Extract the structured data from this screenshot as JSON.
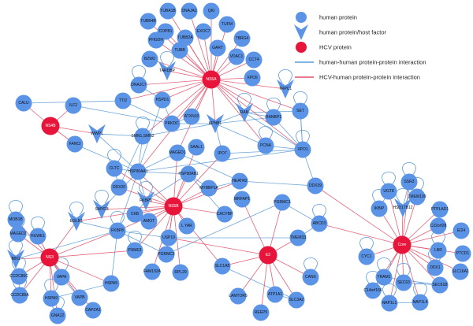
{
  "colors": {
    "human": "#5b93e6",
    "hcv": "#e8153a",
    "hh_edge": "#5b9bd5",
    "hcv_edge": "#e0506a"
  },
  "legend": [
    {
      "shape": "circle",
      "color": "#5b93e6",
      "label": "human protein"
    },
    {
      "shape": "arrow",
      "color": "#5b93e6",
      "label": "human protein/host factor"
    },
    {
      "shape": "circle",
      "color": "#e8153a",
      "label": "HCV protein"
    },
    {
      "shape": "line",
      "color": "#5b9bd5",
      "label": "human-human protein-protein interaction"
    },
    {
      "shape": "line",
      "color": "#e0506a",
      "label": "HCV-human protein-protein interaction"
    }
  ],
  "hcv_nodes": [
    {
      "id": "NS5A",
      "label": "NS5A"
    },
    {
      "id": "NS4B",
      "label": "NS4B"
    },
    {
      "id": "NS5B",
      "label": "NS5B"
    },
    {
      "id": "NS3",
      "label": "NS3"
    },
    {
      "id": "E2",
      "label": "E2"
    },
    {
      "id": "Core",
      "label": "Core"
    }
  ],
  "human_nodes": [
    {
      "id": "TUBA1B",
      "label": "TUBA1B"
    },
    {
      "id": "DNAJA1",
      "label": "DNAJA1"
    },
    {
      "id": "QKI",
      "label": "QKI"
    },
    {
      "id": "TUBB4B",
      "label": "TUBB4B"
    },
    {
      "id": "COPB1",
      "label": "COPB1"
    },
    {
      "id": "EXOC7",
      "label": "EXOC7"
    },
    {
      "id": "TUFM",
      "label": "TUFM"
    },
    {
      "id": "PHGDH",
      "label": "PHGDH"
    },
    {
      "id": "TUBB2A",
      "label": "TUBB2A"
    },
    {
      "id": "TBRG4",
      "label": "TBRG4"
    },
    {
      "id": "TUBB",
      "label": "TUBB"
    },
    {
      "id": "GART",
      "label": "GART"
    },
    {
      "id": "BZW2",
      "label": "BZW2"
    },
    {
      "id": "VDAC1",
      "label": "VDAC1"
    },
    {
      "id": "CCT4",
      "label": "CCT4"
    },
    {
      "id": "TARDBP",
      "label": "TARDBP",
      "factor": true
    },
    {
      "id": "XPO5",
      "label": "XPO5"
    },
    {
      "id": "DNAJC7",
      "label": "DNAJC7"
    },
    {
      "id": "TRPC1",
      "label": "TRPC1",
      "factor": true
    },
    {
      "id": "CALU",
      "label": "CALU"
    },
    {
      "id": "ILF2",
      "label": "ILF2"
    },
    {
      "id": "TTI2",
      "label": "TTI2"
    },
    {
      "id": "HSPD1",
      "label": "HSPD1"
    },
    {
      "id": "RAN",
      "label": "RAN",
      "factor": true
    },
    {
      "id": "SET",
      "label": "SET"
    },
    {
      "id": "PRKDC",
      "label": "PRKDC"
    },
    {
      "id": "ATXN10",
      "label": "ATXN10"
    },
    {
      "id": "KPNB1",
      "label": "KPNB1",
      "factor": true
    },
    {
      "id": "RANBP1",
      "label": "RANBP1"
    },
    {
      "id": "WWP1",
      "label": "WWP1",
      "factor": true
    },
    {
      "id": "FANCI",
      "label": "FANCI"
    },
    {
      "id": "SMN1SMN2",
      "label": "SMN1,SMN2"
    },
    {
      "id": "PCNA",
      "label": "PCNA"
    },
    {
      "id": "XPO1",
      "label": "XPO1"
    },
    {
      "id": "MAGED1",
      "label": "MAGED1"
    },
    {
      "id": "SAAL1",
      "label": "SAAL1"
    },
    {
      "id": "CLTC",
      "label": "CLTC"
    },
    {
      "id": "HSP90AA1",
      "label": "HSP90AA1"
    },
    {
      "id": "IPO7",
      "label": "IPO7"
    },
    {
      "id": "HSP90AB1",
      "label": "HSP90AB1"
    },
    {
      "id": "HEATR2",
      "label": "HEATR2"
    },
    {
      "id": "DDX20",
      "label": "DDX20"
    },
    {
      "id": "MYBBP1A",
      "label": "MYBBP1A"
    },
    {
      "id": "DDX39",
      "label": "DDX39"
    },
    {
      "id": "FKBP5",
      "label": "FKBP5",
      "factor": true
    },
    {
      "id": "MRFAP1",
      "label": "MRFAP1"
    },
    {
      "id": "SMYD3",
      "label": "SMYD3",
      "factor": true
    },
    {
      "id": "PGRMC1",
      "label": "PGRMC1"
    },
    {
      "id": "EGLN1",
      "label": "EGLN1",
      "factor": true
    },
    {
      "id": "CKB",
      "label": "CKB"
    },
    {
      "id": "CACYBP",
      "label": "CACYBP"
    },
    {
      "id": "ABCD3",
      "label": "ABCD3"
    },
    {
      "id": "MOB1B",
      "label": "MOB1B"
    },
    {
      "id": "FKBP8",
      "label": "FKBP8"
    },
    {
      "id": "AMOT",
      "label": "AMOT"
    },
    {
      "id": "LYAR",
      "label": "L YAR"
    },
    {
      "id": "MAGED2",
      "label": "MAGED2"
    },
    {
      "id": "USP19",
      "label": "USP19"
    },
    {
      "id": "TMEM33",
      "label": "TMEM33"
    },
    {
      "id": "HUWE1",
      "label": "HUWE1"
    },
    {
      "id": "BIN1",
      "label": "BIN1",
      "factor": true
    },
    {
      "id": "PSME3",
      "label": "PSME3"
    },
    {
      "id": "PGRMC2",
      "label": "PGRMC2"
    },
    {
      "id": "SLC1A5",
      "label": "SLC1A5"
    },
    {
      "id": "CCDC86C",
      "label": "CCDC86C"
    },
    {
      "id": "VAPA",
      "label": "VAPA"
    },
    {
      "id": "FAM192A",
      "label": "FAM192A"
    },
    {
      "id": "RPL29",
      "label": "RPL29"
    },
    {
      "id": "CANX",
      "label": "CANX"
    },
    {
      "id": "CCDC86A",
      "label": "CCDC86A"
    },
    {
      "id": "HSPA9",
      "label": "HSPA9"
    },
    {
      "id": "VAPB",
      "label": "VAPB"
    },
    {
      "id": "HSPA5",
      "label": "HSPA5"
    },
    {
      "id": "LAMTOR5",
      "label": "LAMTOR5"
    },
    {
      "id": "ATP1A1",
      "label": "ATP1A1"
    },
    {
      "id": "SLC3A2",
      "label": "SLC3A2"
    },
    {
      "id": "GNA12",
      "label": "GNA12"
    },
    {
      "id": "CAPZA1",
      "label": "CAPZA1"
    },
    {
      "id": "REEP5",
      "label": "REEP5"
    },
    {
      "id": "SSR3",
      "label": "SSR3"
    },
    {
      "id": "UGT8",
      "label": "UGT8"
    },
    {
      "id": "TMEM109",
      "label": "TMEM109"
    },
    {
      "id": "IKBIP",
      "label": "IKBIP"
    },
    {
      "id": "HSD17B12",
      "label": "HSD17B12",
      "factor": true
    },
    {
      "id": "PTPLAD1",
      "label": "PTPLAD1"
    },
    {
      "id": "C22orf28",
      "label": "C22orf28"
    },
    {
      "id": "EI24",
      "label": "EI24"
    },
    {
      "id": "CYC1",
      "label": "CYC1"
    },
    {
      "id": "LBR",
      "label": "LBR"
    },
    {
      "id": "PTCD1",
      "label": "PTCD1"
    },
    {
      "id": "DDX1",
      "label": "DDX1"
    },
    {
      "id": "SLC16A1",
      "label": "SLC16A1"
    },
    {
      "id": "TRAM1",
      "label": "TRAM1"
    },
    {
      "id": "C14orf166",
      "label": "C14orf166"
    },
    {
      "id": "SEC63",
      "label": "SEC63"
    },
    {
      "id": "SEC61B",
      "label": "SEC61B"
    },
    {
      "id": "NAP1L1",
      "label": "NAP1L1"
    },
    {
      "id": "NAP1L4",
      "label": "NAP1L4"
    }
  ],
  "hcv_edges": {
    "NS5A": [
      "TUBA1B",
      "DNAJA1",
      "QKI",
      "TUBB4B",
      "COPB1",
      "EXOC7",
      "TUFM",
      "PHGDH",
      "TUBB2A",
      "TBRG4",
      "TUBB",
      "GART",
      "BZW2",
      "VDAC1",
      "CCT4",
      "TARDBP",
      "XPO5",
      "DNAJC7",
      "TRPC1",
      "TTI2",
      "HSPD1",
      "RAN",
      "SET",
      "PRKDC",
      "ATXN10",
      "KPNB1",
      "RANBP1",
      "SMN1SMN2",
      "PCNA",
      "XPO1",
      "MAGED1",
      "HSP90AA1"
    ],
    "NS4B": [
      "CALU",
      "ILF2",
      "FANCI",
      "WWP1"
    ],
    "NS5B": [
      "HSP90AA1",
      "HSP90AB1",
      "SAAL1",
      "IPO7",
      "MAGED1",
      "CLTC",
      "DDX20",
      "SMYD3",
      "FKBP5",
      "CKB",
      "AMOT",
      "FKBP8",
      "LYAR",
      "USP19",
      "PGRMC2",
      "PSME3",
      "FAM192A",
      "RPL29",
      "MYBBP1A",
      "CACYBP",
      "HEATR2",
      "EGLN1",
      "SLC1A5"
    ],
    "NS3": [
      "MOB1B",
      "MAGED2",
      "HUWE1",
      "BIN1",
      "CCDC86C",
      "CCDC86A",
      "VAPA",
      "HSPA9",
      "GNA12",
      "VAPB",
      "CAPZA1",
      "HSPA5",
      "EGLN1",
      "PSME3",
      "FKBP8"
    ],
    "E2": [
      "MRFAP1",
      "PGRMC1",
      "TMEM33",
      "SLC1A5",
      "CANX",
      "LAMTOR5",
      "ATP1A1",
      "SLC3A2",
      "REEP5",
      "USP19"
    ],
    "Core": [
      "DDX39",
      "ABCD3",
      "SSR3",
      "UGT8",
      "TMEM109",
      "IKBIP",
      "HSD17B12",
      "PTPLAD1",
      "C22orf28",
      "EI24",
      "CYC1",
      "LBR",
      "PTCD1",
      "DDX1",
      "SLC16A1",
      "TRAM1",
      "C14orf166",
      "SEC63",
      "SEC61B",
      "NAP1L1",
      "NAP1L4"
    ]
  },
  "human_edges": [
    [
      "HSPD1",
      "PRKDC"
    ],
    [
      "TTI2",
      "PRKDC"
    ],
    [
      "PRKDC",
      "KPNB1"
    ],
    [
      "KPNB1",
      "RAN"
    ],
    [
      "RAN",
      "RANBP1"
    ],
    [
      "RAN",
      "XPO1"
    ],
    [
      "RAN",
      "SET"
    ],
    [
      "XPO1",
      "SET"
    ],
    [
      "XPO1",
      "PCNA"
    ],
    [
      "KPNB1",
      "PCNA"
    ],
    [
      "XPO1",
      "RANBP1"
    ],
    [
      "XPO1",
      "DDX39"
    ],
    [
      "HSP90AA1",
      "HSP90AB1"
    ],
    [
      "HSP90AA1",
      "CLTC"
    ],
    [
      "HSP90AA1",
      "FKBP5"
    ],
    [
      "HSP90AA1",
      "FKBP8"
    ],
    [
      "HSP90AB1",
      "FKBP5"
    ],
    [
      "HSP90AB1",
      "CACYBP"
    ],
    [
      "HSP90AA1",
      "SMN1SMN2"
    ],
    [
      "SMN1SMN2",
      "DDX20"
    ],
    [
      "SMN1SMN2",
      "WWP1"
    ],
    [
      "ILF2",
      "PRKDC"
    ],
    [
      "FANCI",
      "HSP90AA1"
    ],
    [
      "CALU",
      "TTI2"
    ],
    [
      "WWP1",
      "HSP90AA1"
    ],
    [
      "MAGED1",
      "HSP90AA1"
    ],
    [
      "IPO7",
      "KPNB1"
    ],
    [
      "HEATR2",
      "MAGED1"
    ],
    [
      "EGLN1",
      "FKBP8"
    ],
    [
      "SMYD3",
      "HSP90AA1"
    ],
    [
      "CLTC",
      "DDX20"
    ],
    [
      "FKBP8",
      "HSPA5"
    ],
    [
      "VAPA",
      "VAPB"
    ],
    [
      "HSPA9",
      "HSPA5"
    ],
    [
      "HUWE1",
      "MAGED2"
    ],
    [
      "PGRMC1",
      "PGRMC2"
    ],
    [
      "ABCD3",
      "PGRMC1"
    ],
    [
      "USP19",
      "TMEM33"
    ],
    [
      "SLC1A5",
      "SLC3A2"
    ],
    [
      "ATP1A1",
      "SLC3A2"
    ],
    [
      "SEC63",
      "SEC61B"
    ],
    [
      "TRAM1",
      "SEC61B"
    ],
    [
      "NAP1L1",
      "NAP1L4"
    ],
    [
      "SSR3",
      "HSD17B12"
    ],
    [
      "LBR",
      "DDX1"
    ],
    [
      "FKBP8",
      "BIN1"
    ],
    [
      "HSP90AA1",
      "XPO1"
    ],
    [
      "MYBBP1A",
      "HEATR2"
    ],
    [
      "CCDC86C",
      "CCDC86A"
    ],
    [
      "HSP90AB1",
      "MYBBP1A"
    ],
    [
      "PGRMC2",
      "FKBP8"
    ],
    [
      "IPO7",
      "XPO1"
    ],
    [
      "ATXN10",
      "PRKDC"
    ],
    [
      "DNAJC7",
      "HSPD1"
    ],
    [
      "DDX39",
      "HEATR2"
    ],
    [
      "SET",
      "XPO1"
    ],
    [
      "TMEM33",
      "ABCD3"
    ],
    [
      "HSP90AA1",
      "HSPD1"
    ],
    [
      "RANBP1",
      "KPNB1"
    ],
    [
      "SMN1SMN2",
      "KPNB1"
    ],
    [
      "FKBP8",
      "USP19"
    ],
    [
      "CKB",
      "FKBP5"
    ]
  ],
  "self_loops": [
    "TARDBP",
    "DNAJC7",
    "TRPC1",
    "SMN1SMN2",
    "RAN",
    "SET",
    "XPO1",
    "PCNA",
    "CLTC",
    "EGLN1",
    "MOB1B",
    "BIN1",
    "VAPA",
    "HSPA9",
    "CCDC86C",
    "CCDC86A",
    "GNA12",
    "HUWE1",
    "MAGED2",
    "FKBP8",
    "PSME3",
    "SSR3",
    "IKBIP",
    "LBR",
    "C14orf166",
    "SEC63",
    "NAP1L1",
    "NAP1L4",
    "TRAM1",
    "DDX1",
    "CYC1",
    "UGT8",
    "HSD17B12",
    "TMEM109",
    "ABCD3",
    "CANX",
    "RANBP1",
    "SMYD3",
    "FKBP5"
  ]
}
